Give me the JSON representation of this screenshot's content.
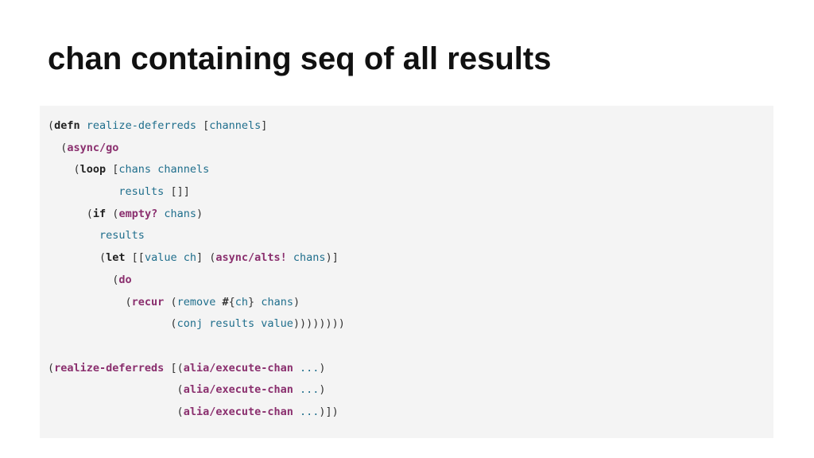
{
  "slide": {
    "title": "chan containing seq of all results"
  },
  "code": {
    "lines": [
      [
        {
          "t": "(",
          "c": "plain"
        },
        {
          "t": "defn",
          "c": "kw"
        },
        {
          "t": " ",
          "c": "plain"
        },
        {
          "t": "realize-deferreds",
          "c": "sym"
        },
        {
          "t": " [",
          "c": "plain"
        },
        {
          "t": "channels",
          "c": "sym"
        },
        {
          "t": "]",
          "c": "plain"
        }
      ],
      [
        {
          "t": "  (",
          "c": "plain"
        },
        {
          "t": "async/go",
          "c": "fn"
        }
      ],
      [
        {
          "t": "    (",
          "c": "plain"
        },
        {
          "t": "loop",
          "c": "kw"
        },
        {
          "t": " [",
          "c": "plain"
        },
        {
          "t": "chans",
          "c": "sym"
        },
        {
          "t": " ",
          "c": "plain"
        },
        {
          "t": "channels",
          "c": "sym"
        }
      ],
      [
        {
          "t": "           ",
          "c": "plain"
        },
        {
          "t": "results",
          "c": "sym"
        },
        {
          "t": " []]",
          "c": "plain"
        }
      ],
      [
        {
          "t": "      (",
          "c": "plain"
        },
        {
          "t": "if",
          "c": "kw"
        },
        {
          "t": " (",
          "c": "plain"
        },
        {
          "t": "empty?",
          "c": "fn"
        },
        {
          "t": " ",
          "c": "plain"
        },
        {
          "t": "chans",
          "c": "sym"
        },
        {
          "t": ")",
          "c": "plain"
        }
      ],
      [
        {
          "t": "        ",
          "c": "plain"
        },
        {
          "t": "results",
          "c": "sym"
        }
      ],
      [
        {
          "t": "        (",
          "c": "plain"
        },
        {
          "t": "let",
          "c": "kw"
        },
        {
          "t": " [[",
          "c": "plain"
        },
        {
          "t": "value",
          "c": "sym"
        },
        {
          "t": " ",
          "c": "plain"
        },
        {
          "t": "ch",
          "c": "sym"
        },
        {
          "t": "] (",
          "c": "plain"
        },
        {
          "t": "async/alts!",
          "c": "fn"
        },
        {
          "t": " ",
          "c": "plain"
        },
        {
          "t": "chans",
          "c": "sym"
        },
        {
          "t": ")]",
          "c": "plain"
        }
      ],
      [
        {
          "t": "          (",
          "c": "plain"
        },
        {
          "t": "do",
          "c": "fn"
        }
      ],
      [
        {
          "t": "            (",
          "c": "plain"
        },
        {
          "t": "recur",
          "c": "fn"
        },
        {
          "t": " (",
          "c": "plain"
        },
        {
          "t": "remove",
          "c": "sym"
        },
        {
          "t": " ",
          "c": "plain"
        },
        {
          "t": "#",
          "c": "strong"
        },
        {
          "t": "{",
          "c": "plain"
        },
        {
          "t": "ch",
          "c": "sym"
        },
        {
          "t": "} ",
          "c": "plain"
        },
        {
          "t": "chans",
          "c": "sym"
        },
        {
          "t": ")",
          "c": "plain"
        }
      ],
      [
        {
          "t": "                   (",
          "c": "plain"
        },
        {
          "t": "conj",
          "c": "sym"
        },
        {
          "t": " ",
          "c": "plain"
        },
        {
          "t": "results",
          "c": "sym"
        },
        {
          "t": " ",
          "c": "plain"
        },
        {
          "t": "value",
          "c": "sym"
        },
        {
          "t": "))))))))",
          "c": "plain"
        }
      ],
      [
        {
          "t": "",
          "c": "plain"
        }
      ],
      [
        {
          "t": "(",
          "c": "plain"
        },
        {
          "t": "realize-deferreds",
          "c": "fn"
        },
        {
          "t": " [(",
          "c": "plain"
        },
        {
          "t": "alia/execute-chan",
          "c": "fn"
        },
        {
          "t": " ",
          "c": "plain"
        },
        {
          "t": "...",
          "c": "sym"
        },
        {
          "t": ")",
          "c": "plain"
        }
      ],
      [
        {
          "t": "                    (",
          "c": "plain"
        },
        {
          "t": "alia/execute-chan",
          "c": "fn"
        },
        {
          "t": " ",
          "c": "plain"
        },
        {
          "t": "...",
          "c": "sym"
        },
        {
          "t": ")",
          "c": "plain"
        }
      ],
      [
        {
          "t": "                    (",
          "c": "plain"
        },
        {
          "t": "alia/execute-chan",
          "c": "fn"
        },
        {
          "t": " ",
          "c": "plain"
        },
        {
          "t": "...",
          "c": "sym"
        },
        {
          "t": ")])",
          "c": "plain"
        }
      ]
    ]
  }
}
